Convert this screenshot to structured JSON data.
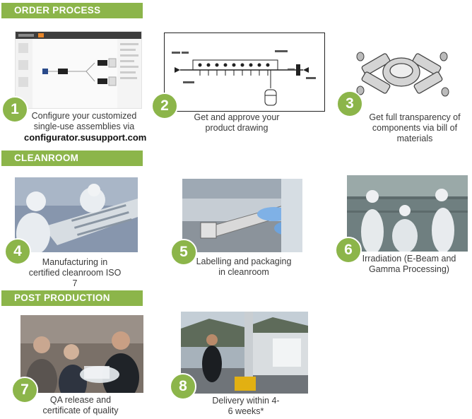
{
  "sections": [
    {
      "label": "ORDER PROCESS"
    },
    {
      "label": "CLEANROOM"
    },
    {
      "label": "POST PRODUCTION"
    }
  ],
  "steps": [
    {
      "number": "1",
      "caption": "Configure your customized single-use assemblies via",
      "caption_bold": "configurator.susupport.com"
    },
    {
      "number": "2",
      "caption": "Get and approve your product drawing"
    },
    {
      "number": "3",
      "caption": "Get full transparency of components via bill of materials"
    },
    {
      "number": "4",
      "caption": "Manufacturing in certified cleanroom ISO 7"
    },
    {
      "number": "5",
      "caption": "Labelling and packaging in cleanroom"
    },
    {
      "number": "6",
      "caption": "Irradiation (E-Beam and Gamma Processing)"
    },
    {
      "number": "7",
      "caption": "QA release and certificate of quality"
    },
    {
      "number": "8",
      "caption": "Delivery within 4-6 weeks*"
    }
  ],
  "colors": {
    "accent": "#8cb54a"
  }
}
